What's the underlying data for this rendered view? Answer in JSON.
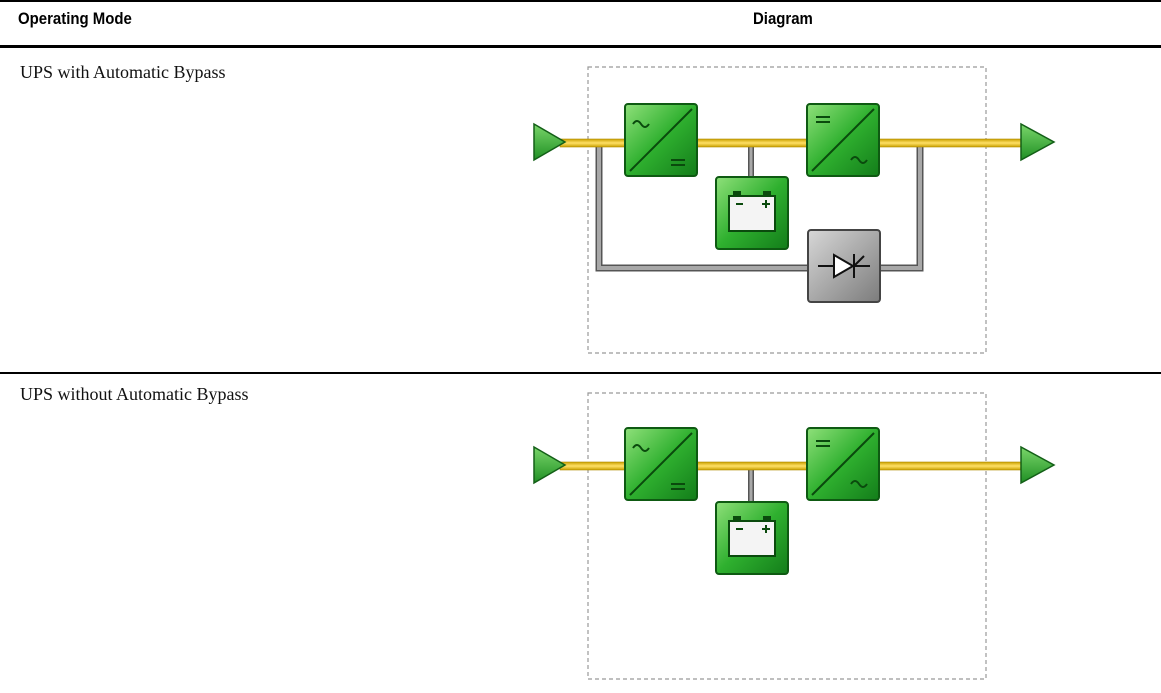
{
  "table": {
    "headers": {
      "operating_mode": "Operating Mode",
      "diagram": "Diagram"
    },
    "rows": [
      {
        "mode": "UPS with Automatic Bypass",
        "components": [
          "input-terminal",
          "rectifier",
          "battery",
          "inverter",
          "static-bypass-switch",
          "output-terminal"
        ]
      },
      {
        "mode": "UPS without Automatic Bypass",
        "components": [
          "input-terminal",
          "rectifier",
          "battery",
          "inverter",
          "output-terminal"
        ]
      }
    ]
  },
  "colors": {
    "power_line": "#f2c200",
    "module_green": "#2fae2f",
    "bypass_gray": "#8f8f8f",
    "connector_gray": "#7a7a7a",
    "border_dash": "#999999"
  },
  "icons": {
    "rectifier": "ac-to-dc-icon",
    "inverter": "dc-to-ac-icon",
    "battery": "battery-icon",
    "bypass": "thyristor-switch-icon",
    "terminal": "triangle-arrow-icon"
  }
}
